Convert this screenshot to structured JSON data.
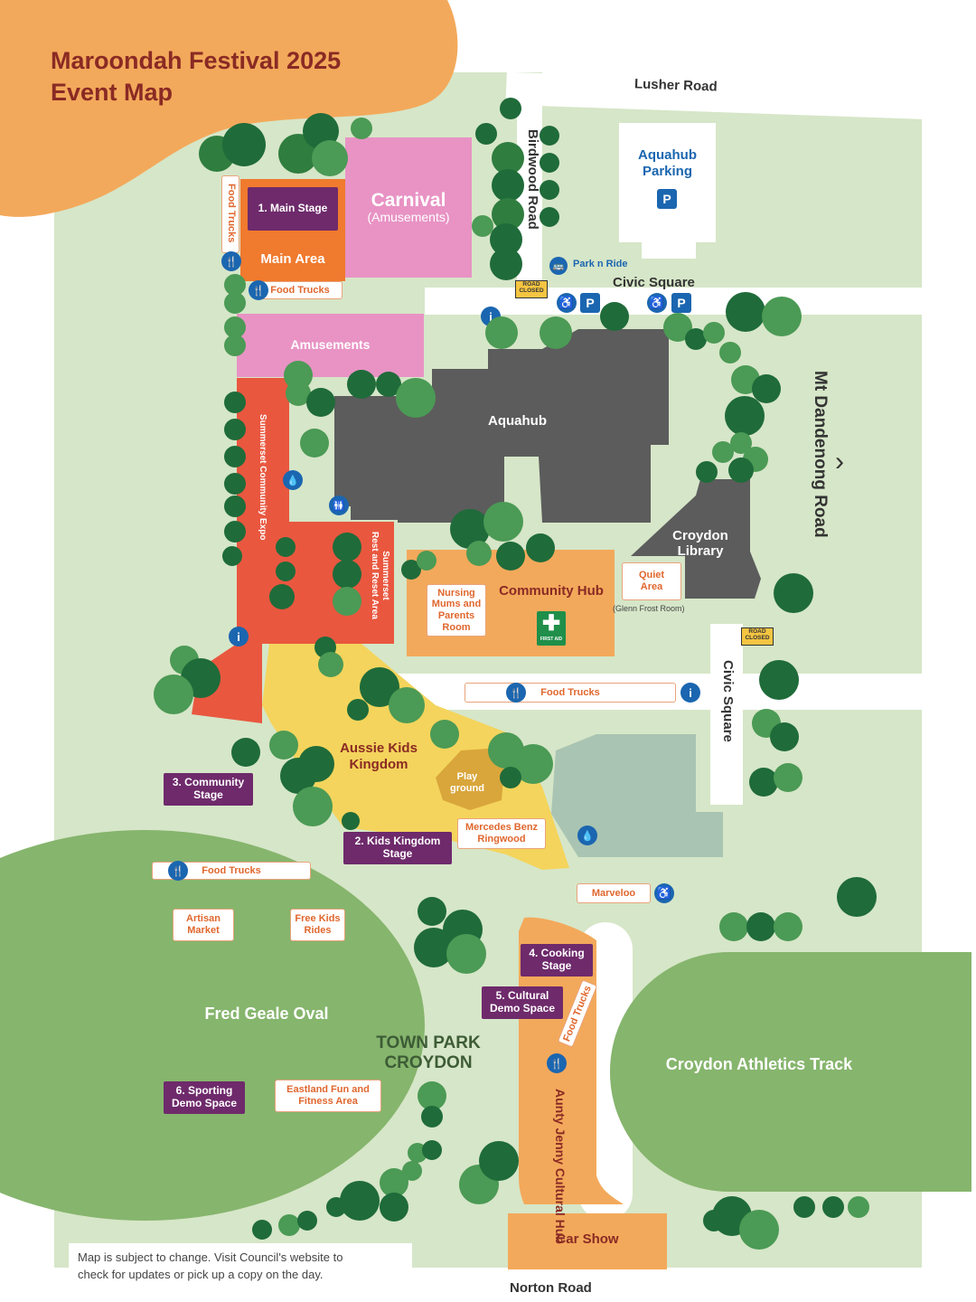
{
  "map": {
    "title_line1": "Maroondah Festival 2025",
    "title_line2": "Event Map",
    "colors": {
      "grass": "#d6e6c8",
      "green_area": "#86b56d",
      "orange": "#f3a95b",
      "title": "#8a2a24",
      "building": "#5c5c5c",
      "red_zone": "#e9573f",
      "pink": "#e893c4",
      "yellow": "#f4d45c",
      "purple_stage": "#6e2a6b",
      "icon_blue": "#1b66b0"
    },
    "roads": {
      "lusher": "Lusher Road",
      "birdwood": "Birdwood Road",
      "mt_dandenong": "Mt Dandenong Road",
      "civic_square_top": "Civic Square",
      "civic_square_side": "Civic Square",
      "norton": "Norton Road",
      "arrow": "›"
    },
    "zones": {
      "aquahub_parking_1": "Aquahub",
      "aquahub_parking_2": "Parking",
      "carnival": "Carnival",
      "carnival_sub": "(Amusements)",
      "main_stage": "1. Main Stage",
      "main_area": "Main Area",
      "amusements": "Amusements",
      "aquahub": "Aquahub",
      "croydon_library_1": "Croydon",
      "croydon_library_2": "Library",
      "community_hub": "Community Hub",
      "expo": "Summerset Community Expo",
      "rest_area_1": "Summerset",
      "rest_area_2": "Rest and Reset Area",
      "aussie_kids_1": "Aussie Kids",
      "aussie_kids_2": "Kingdom",
      "play_1": "Play",
      "play_2": "ground",
      "fred_geale": "Fred Geale Oval",
      "town_park_1": "TOWN PARK",
      "town_park_2": "CROYDON",
      "athletics": "Croydon Athletics Track",
      "cultural_hub": "Aunty Jenny Cultural Hub",
      "car_show": "Car Show",
      "first_aid": "FIRST AID",
      "glenn_frost": "(Glenn Frost Room)"
    },
    "labels": {
      "food_trucks_vertical": "Food Trucks",
      "food_trucks_main": "Food Trucks",
      "food_trucks_center": "Food Trucks",
      "food_trucks_oval": "Food Trucks",
      "food_trucks_cultural": "Food Trucks",
      "park_n_ride": "Park n Ride",
      "quiet_1": "Quiet",
      "quiet_2": "Area",
      "nursing_1": "Nursing",
      "nursing_2": "Mums and",
      "nursing_3": "Parents",
      "nursing_4": "Room",
      "mercedes_1": "Mercedes Benz",
      "mercedes_2": "Ringwood",
      "marveloo": "Marveloo",
      "artisan_1": "Artisan",
      "artisan_2": "Market",
      "free_kids_1": "Free Kids",
      "free_kids_2": "Rides",
      "eastland_1": "Eastland Fun and",
      "eastland_2": "Fitness Area",
      "road_closed_1": "ROAD",
      "road_closed_2": "CLOSED"
    },
    "stages": {
      "community_1": "3. Community",
      "community_2": "Stage",
      "kids_1": "2. Kids Kingdom",
      "kids_2": "Stage",
      "cooking_1": "4. Cooking",
      "cooking_2": "Stage",
      "cultural_1": "5. Cultural",
      "cultural_2": "Demo Space",
      "sporting_1": "6. Sporting",
      "sporting_2": "Demo Space"
    },
    "icons": {
      "info": "i",
      "parking": "P",
      "accessible": "♿",
      "food": "🍴",
      "water": "💧",
      "toilets": "🚻",
      "first_aid": "✚",
      "bus": "🚌"
    },
    "note_line1": "Map is subject to change. Visit Council's website to",
    "note_line2": "check for updates or pick up a copy on the day."
  }
}
